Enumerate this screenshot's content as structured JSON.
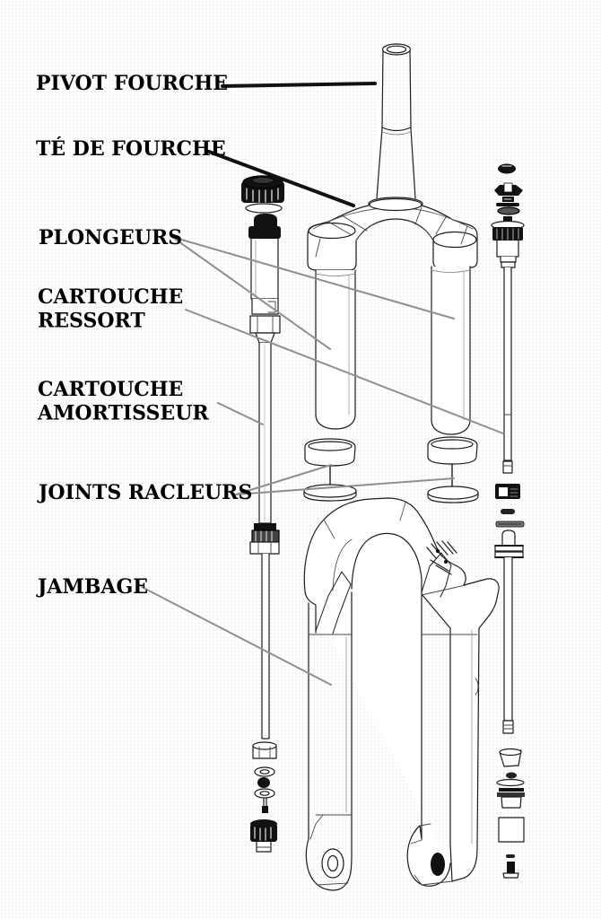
{
  "diagram": {
    "labels": {
      "pivot_fourche": "PIVOT FOURCHE",
      "te_de_fourche": "TÉ DE FOURCHE",
      "plongeurs": "PLONGEURS",
      "cartouche_ressort_line1": "CARTOUCHE",
      "cartouche_ressort_line2": "RESSORT",
      "cartouche_amortisseur_line1": "CARTOUCHE",
      "cartouche_amortisseur_line2": "AMORTISSEUR",
      "joints_racleurs": "JOINTS RACLEURS",
      "jambage": "JAMBAGE"
    },
    "colors": {
      "label_text": "#000000",
      "leader_primary": "#111111",
      "leader_secondary": "#8f8f8f",
      "line_art": "#1c1c1c",
      "background": "#ffffff"
    }
  }
}
